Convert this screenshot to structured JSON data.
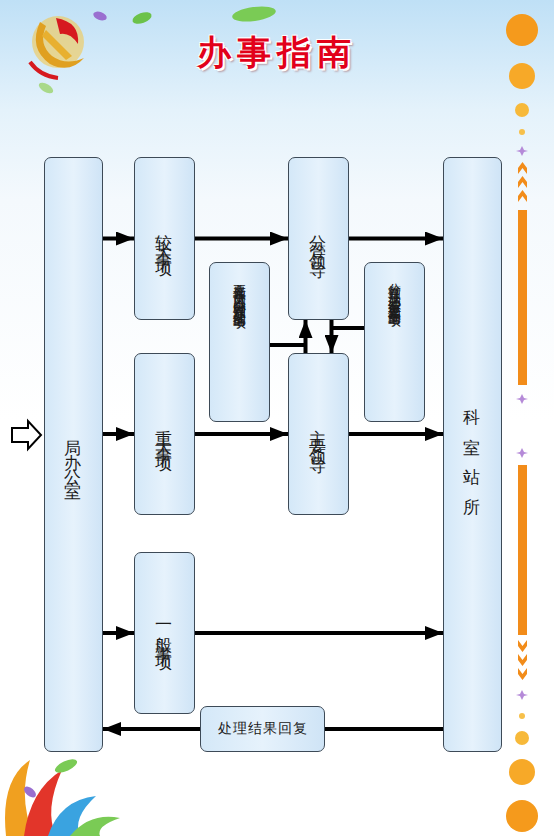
{
  "diagram": {
    "title": "办事指南",
    "nodes": [
      {
        "text": [
          "局办公室"
        ]
      },
      {
        "text": [
          "较大事项"
        ]
      },
      {
        "text": [
          "分管领导"
        ]
      },
      {
        "text": [
          "科室站所"
        ]
      },
      {
        "text": [
          "主要领导认为可以由分管领导处理的事项"
        ]
      },
      {
        "text": [
          "分管领导认为必须请示主要领导的事项"
        ]
      },
      {
        "text": [
          "重大事项"
        ]
      },
      {
        "text": [
          "主要领导"
        ]
      },
      {
        "text": [
          "一般事项"
        ]
      },
      {
        "text": [
          "处理结果回复"
        ]
      }
    ],
    "edges": [
      {
        "from": 0,
        "to": 1,
        "arrow": "to"
      },
      {
        "from": 0,
        "to": 6,
        "arrow": "to"
      },
      {
        "from": 0,
        "to": 8,
        "arrow": "to"
      },
      {
        "from": 1,
        "to": 2,
        "arrow": "to"
      },
      {
        "from": 2,
        "to": 3,
        "arrow": "to"
      },
      {
        "from": 6,
        "to": 7,
        "arrow": "to"
      },
      {
        "from": 7,
        "to": 3,
        "arrow": "to"
      },
      {
        "from": 8,
        "to": 3,
        "arrow": "to"
      },
      {
        "from": 7,
        "to": 2,
        "arrow": "to"
      },
      {
        "from": 2,
        "to": 7,
        "arrow": "to"
      },
      {
        "from": 3,
        "to": 9,
        "arrow": "none"
      },
      {
        "from": 9,
        "to": 0,
        "arrow": "to"
      }
    ]
  }
}
